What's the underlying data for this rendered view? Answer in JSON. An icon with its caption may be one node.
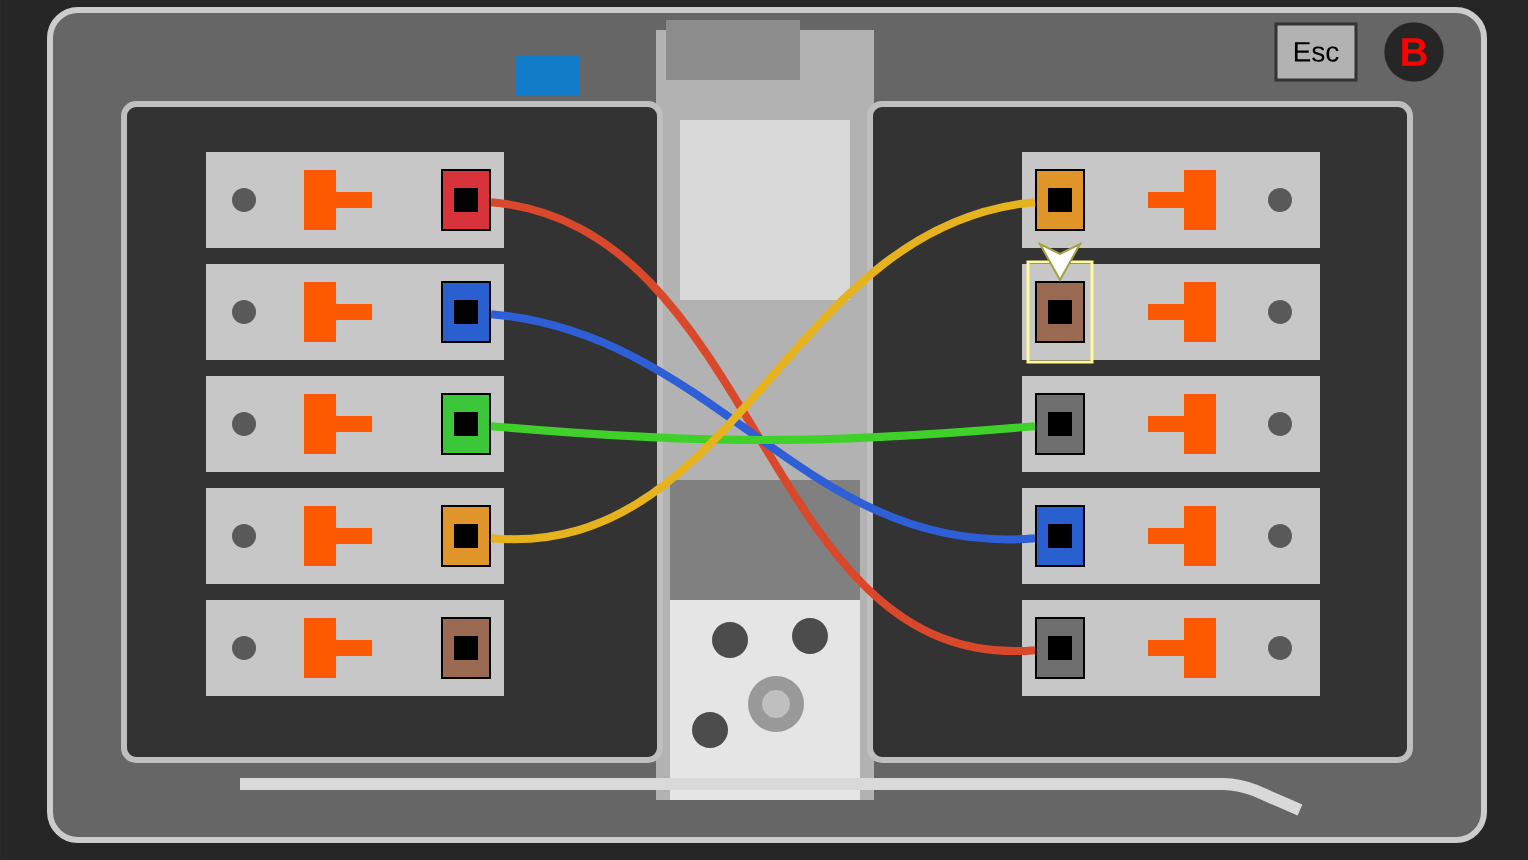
{
  "diagram": {
    "nodes": [
      {
        "text": [],
        "shape": "box"
      },
      {
        "text": [],
        "shape": "box"
      },
      {
        "text": [],
        "shape": "box"
      },
      {
        "text": [],
        "shape": "box"
      },
      {
        "text": [],
        "shape": "box"
      },
      {
        "text": [],
        "shape": "box"
      },
      {
        "text": [],
        "shape": "box"
      },
      {
        "text": [],
        "shape": "box"
      },
      {
        "text": [],
        "shape": "box"
      },
      {
        "text": [],
        "shape": "box"
      }
    ],
    "edges": [
      {
        "from": 0,
        "to": 9,
        "arrow": "none",
        "color": "#d9482b"
      },
      {
        "from": 1,
        "to": 8,
        "arrow": "none",
        "color": "#2f5fd6"
      },
      {
        "from": 2,
        "to": 7,
        "arrow": "none",
        "color": "#3fd12a"
      },
      {
        "from": 3,
        "to": 5,
        "arrow": "none",
        "color": "#e6b21e"
      }
    ],
    "labels": [
      "Esc",
      "B"
    ]
  }
}
